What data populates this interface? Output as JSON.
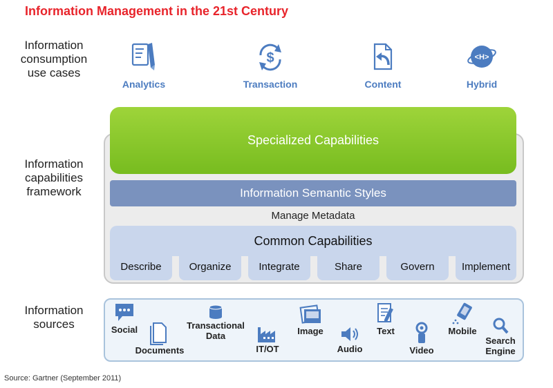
{
  "title": "Information Management in the 21st Century",
  "side_labels": {
    "consumption": [
      "Information",
      "consumption",
      "use cases"
    ],
    "capabilities": [
      "Information",
      "capabilities",
      "framework"
    ],
    "sources": [
      "Information",
      "sources"
    ]
  },
  "use_cases": [
    {
      "label": "Analytics",
      "icon": "analytics-icon"
    },
    {
      "label": "Transaction",
      "icon": "transaction-icon"
    },
    {
      "label": "Content",
      "icon": "content-icon"
    },
    {
      "label": "Hybrid",
      "icon": "hybrid-icon"
    }
  ],
  "hybrid_icon_text": "<H>",
  "framework": {
    "specialized": "Specialized Capabilities",
    "semantic": "Information Semantic Styles",
    "metadata": "Manage Metadata",
    "common": "Common Capabilities",
    "capabilities": [
      "Describe",
      "Organize",
      "Integrate",
      "Share",
      "Govern",
      "Implement"
    ]
  },
  "sources": [
    {
      "label": "Social",
      "icon": "social-icon"
    },
    {
      "label": "Documents",
      "icon": "documents-icon"
    },
    {
      "label": "Transactional",
      "label2": "Data",
      "icon": "database-icon"
    },
    {
      "label": "IT/OT",
      "icon": "factory-icon"
    },
    {
      "label": "Image",
      "icon": "image-icon"
    },
    {
      "label": "Audio",
      "icon": "audio-icon"
    },
    {
      "label": "Text",
      "icon": "text-icon"
    },
    {
      "label": "Video",
      "icon": "video-icon"
    },
    {
      "label": "Mobile",
      "icon": "mobile-icon"
    },
    {
      "label": "Search",
      "label2": "Engine",
      "icon": "search-icon"
    }
  ],
  "source_note": "Source: Gartner (September 2011)",
  "colors": {
    "title": "#e8242b",
    "accent_blue": "#4c7cc0",
    "specialized_green": "#8bc832",
    "semantic_blue": "#7a92be",
    "common_light_blue": "#c9d6ec"
  }
}
